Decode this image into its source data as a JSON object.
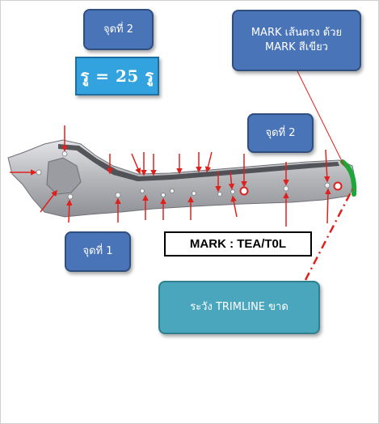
{
  "labels": {
    "point_top": "จุดที่ 2",
    "holes": "รู = 25 รู",
    "mark_instruction": "MARK เส้นตรง ด้วย MARK สีเขียว",
    "point_right": "จุดที่ 2",
    "point_left": "จุดที่ 1",
    "mark_code": "MARK : TEA/T0L",
    "trimline_warning": "ระวัง TRIMLINE ขาด"
  },
  "colors": {
    "callout_blue": "#4a74b8",
    "holes_box": "#32a3df",
    "warning_teal": "#4aa6bd",
    "arrow_red": "#e0201c",
    "mark_green": "#1ea83a",
    "part_gray": "#b9bbbf"
  }
}
